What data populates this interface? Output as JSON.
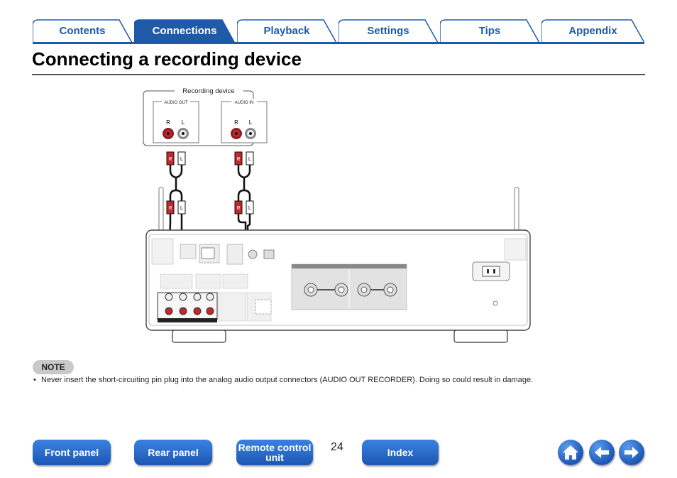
{
  "tabs": [
    {
      "label": "Contents",
      "active": false
    },
    {
      "label": "Connections",
      "active": true
    },
    {
      "label": "Playback",
      "active": false
    },
    {
      "label": "Settings",
      "active": false
    },
    {
      "label": "Tips",
      "active": false
    },
    {
      "label": "Appendix",
      "active": false
    }
  ],
  "page_title": "Connecting a recording device",
  "diagram": {
    "device_label": "Recording device",
    "audio_out_label": "AUDIO OUT",
    "audio_in_label": "AUDIO IN",
    "right_channel": "R",
    "left_channel": "L",
    "plug_right": "R",
    "plug_left": "L"
  },
  "note": {
    "badge": "NOTE",
    "bullet": "•",
    "text": "Never insert the short-circuiting pin plug into the analog audio output connectors (AUDIO OUT RECORDER). Doing so could result in damage."
  },
  "footer": {
    "front_panel": "Front panel",
    "rear_panel": "Rear panel",
    "remote_control_line1": "Remote control",
    "remote_control_line2": "unit",
    "page_number": "24",
    "index": "Index"
  },
  "icons": {
    "home": "home-icon",
    "back": "arrow-left-icon",
    "forward": "arrow-right-icon"
  },
  "colors": {
    "accent": "#1f5aa8",
    "button": "#2a6fd0",
    "red_jack": "#c1272d"
  }
}
